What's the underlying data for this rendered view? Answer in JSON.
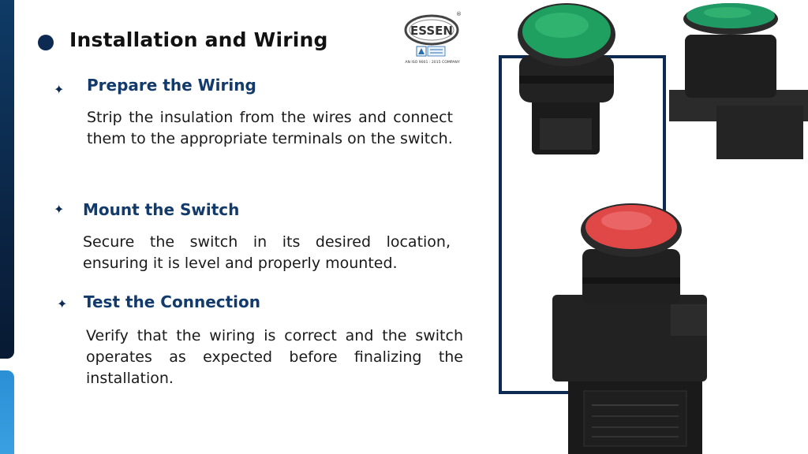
{
  "title": "Installation and Wiring",
  "logo": {
    "brand": "ESSEN",
    "tagline": "AN ISO 9001 : 2015 COMPANY",
    "registered": "®"
  },
  "sections": [
    {
      "bullet": "✦",
      "heading": "Prepare the Wiring",
      "text": "Strip the insulation from the wires and connect them to the appropriate terminals on the switch."
    },
    {
      "bullet": "✦",
      "heading": "Mount the Switch",
      "text": "Secure the switch in its desired location, ensuring it is level and properly mounted."
    },
    {
      "bullet": "✦",
      "heading": "Test the Connection",
      "text": "Verify that the wiring is correct and the switch operates as expected before finalizing the installation."
    }
  ],
  "colors": {
    "navy": "#0d2a52",
    "heading": "#123a6b",
    "green_button": "#1fa060",
    "red_button": "#e04848"
  }
}
